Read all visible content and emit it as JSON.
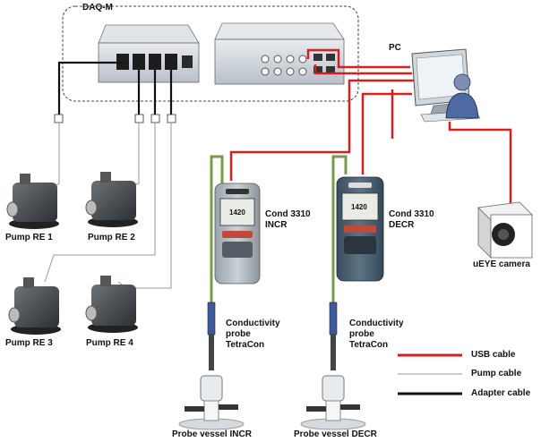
{
  "title": "DAQ-M",
  "pc": "PC",
  "meter_incr": "Cond 3310\nINCR",
  "meter_decr": "Cond 3310\nDECR",
  "meter_display_value": "1420",
  "camera": "uEYE camera",
  "pumps": [
    "Pump RE 1",
    "Pump RE 2",
    "Pump RE 3",
    "Pump RE 4"
  ],
  "probe_incr": "Conductivity\nprobe\nTetraCon",
  "probe_decr": "Conductivity\nprobe\nTetraCon",
  "vessel_incr": "Probe vessel INCR",
  "vessel_decr": "Probe vessel DECR",
  "legend": [
    {
      "label": "USB cable",
      "color": "#d32020"
    },
    {
      "label": "Pump cable",
      "color": "#9a9a9a"
    },
    {
      "label": "Adapter cable",
      "color": "#111111"
    }
  ],
  "colors": {
    "usb": "#d32020",
    "pump": "#9a9a9a",
    "adapter": "#111111",
    "probe_cable": "#7a9a4a"
  }
}
